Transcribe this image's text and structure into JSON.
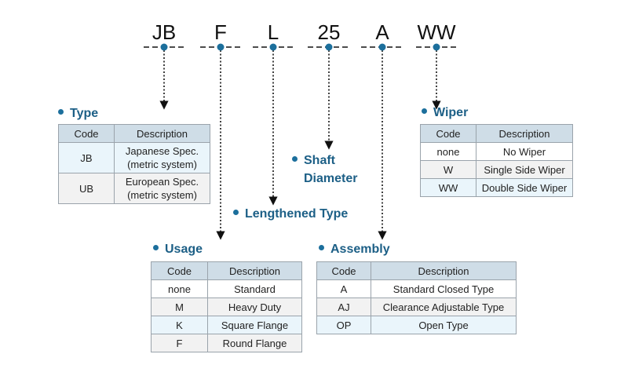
{
  "model_code": {
    "parts": [
      "JB",
      "F",
      "L",
      "25",
      "A",
      "WW"
    ]
  },
  "sections": {
    "type": {
      "title": "Type",
      "headers": [
        "Code",
        "Description"
      ],
      "rows": [
        {
          "code": "JB",
          "desc_line1": "Japanese Spec.",
          "desc_line2": "(metric system)"
        },
        {
          "code": "UB",
          "desc_line1": "European Spec.",
          "desc_line2": "(metric system)"
        }
      ]
    },
    "usage": {
      "title": "Usage",
      "headers": [
        "Code",
        "Description"
      ],
      "rows": [
        {
          "code": "none",
          "desc": "Standard"
        },
        {
          "code": "M",
          "desc": "Heavy Duty"
        },
        {
          "code": "K",
          "desc": "Square Flange"
        },
        {
          "code": "F",
          "desc": "Round Flange"
        }
      ]
    },
    "lengthened": {
      "title": "Lengthened Type"
    },
    "shaft": {
      "title_line1": "Shaft",
      "title_line2": "Diameter"
    },
    "assembly": {
      "title": "Assembly",
      "headers": [
        "Code",
        "Description"
      ],
      "rows": [
        {
          "code": "A",
          "desc": "Standard Closed Type"
        },
        {
          "code": "AJ",
          "desc": "Clearance Adjustable Type"
        },
        {
          "code": "OP",
          "desc": "Open Type"
        }
      ]
    },
    "wiper": {
      "title": "Wiper",
      "headers": [
        "Code",
        "Description"
      ],
      "rows": [
        {
          "code": "none",
          "desc": "No Wiper"
        },
        {
          "code": "W",
          "desc": "Single Side Wiper"
        },
        {
          "code": "WW",
          "desc": "Double Side Wiper"
        }
      ]
    }
  },
  "colors": {
    "accent": "#1c6f9c",
    "title": "#1c5f86",
    "header_bg": "#cfdde7",
    "row_tint": "#eaf5fb",
    "row_gray": "#f2f2f2"
  }
}
